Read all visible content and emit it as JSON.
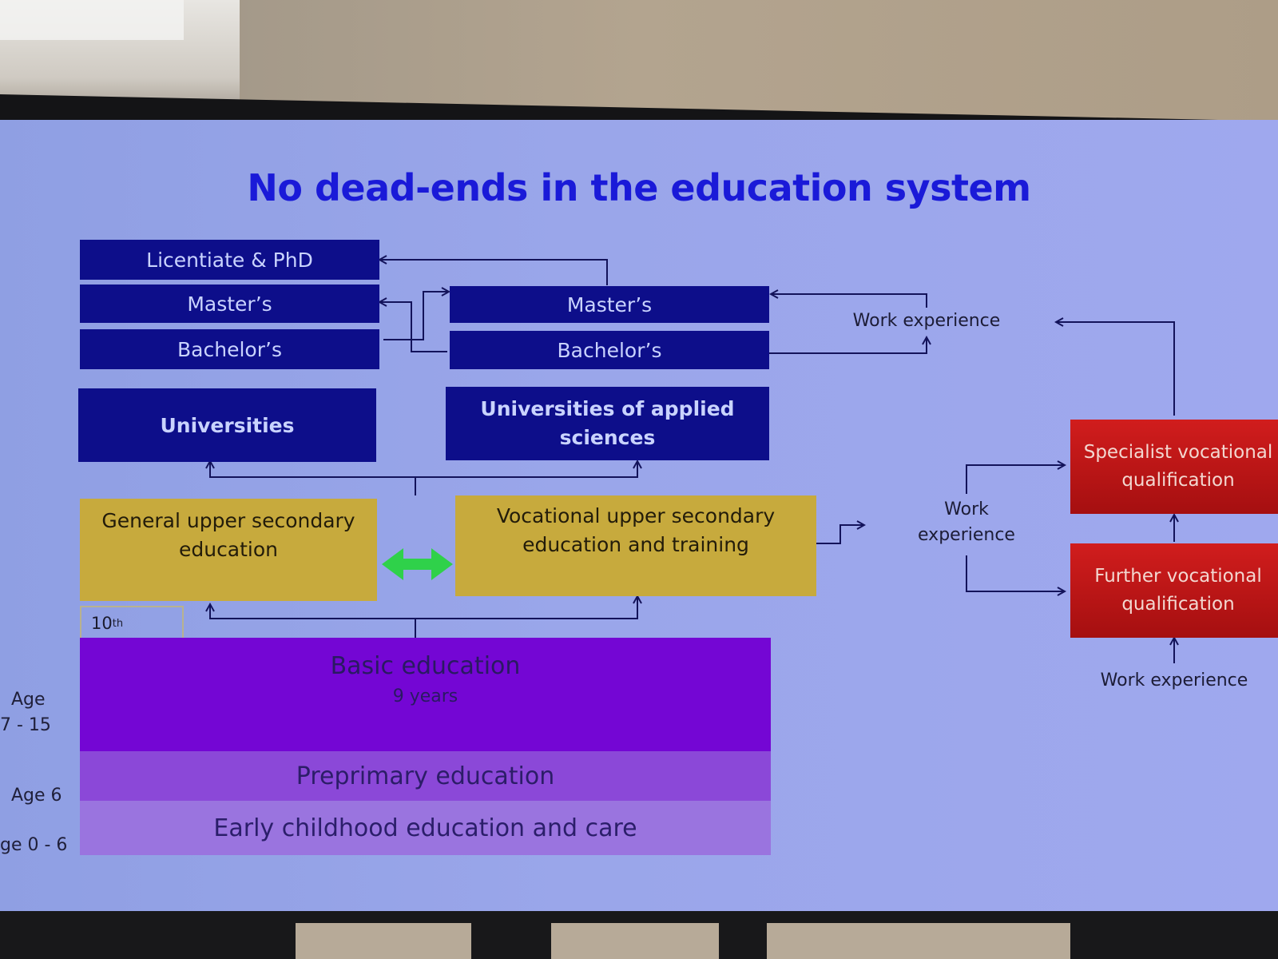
{
  "slide": {
    "title": "No dead-ends in the education system"
  },
  "boxes": {
    "licentiate_phd": "Licentiate & PhD",
    "univ_masters": "Master’s",
    "univ_bachelors": "Bachelor’s",
    "uas_masters": "Master’s",
    "uas_bachelors": "Bachelor’s",
    "universities": "Universities",
    "uas": "Universities of applied sciences",
    "general_upper_secondary": "General upper secondary education",
    "vocational_upper_secondary": "Vocational upper secondary education and training",
    "tenth": "10",
    "tenth_suffix": "th",
    "basic_education": "Basic education",
    "basic_years": "9 years",
    "preprimary": "Preprimary education",
    "early_childhood": "Early childhood education and care",
    "specialist_vocational": "Specialist vocational qualification",
    "further_vocational": "Further vocational qualification"
  },
  "labels": {
    "work_experience_top": "Work experience",
    "work_experience_mid_1": "Work",
    "work_experience_mid_2": "experience",
    "work_experience_bottom": "Work experience",
    "age_basic_1": "Age",
    "age_basic_2": "7 - 15",
    "age_preprimary": "Age 6",
    "age_early": "ge 0 - 6"
  },
  "colors": {
    "title": "#1a1ad8",
    "higher_ed": "#0d0e8a",
    "upper_secondary": "#c7aa3d",
    "vocational_adult": "#c41616",
    "basic": "#7406d4",
    "arrow_two_way": "#2fd14a"
  }
}
